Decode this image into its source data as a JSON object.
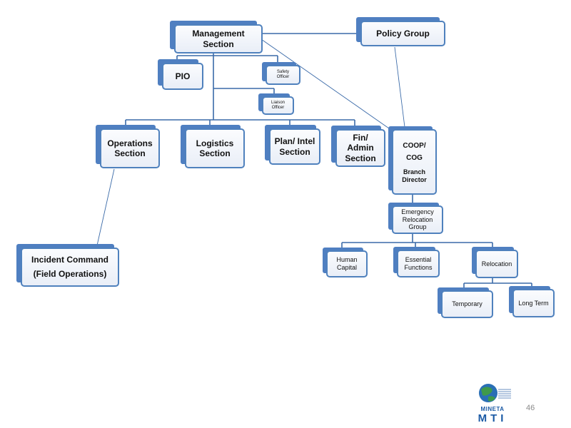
{
  "boxes": {
    "management": "Management\nSection",
    "policy": "Policy Group",
    "pio": "PIO",
    "safety": "Safety\nOfficer",
    "liaison": "Liaison\nOfficer",
    "operations": "Operations\nSection",
    "logistics": "Logistics\nSection",
    "plan_intel": "Plan/ Intel\nSection",
    "fin_admin": "Fin/\nAdmin\nSection",
    "coop_cog": "COOP/\nCOG",
    "branch_director": "Branch\nDirector",
    "emergency_relocation": "Emergency\nRelocation\nGroup",
    "human_capital": "Human\nCapital",
    "essential_functions": "Essential\nFunctions",
    "relocation": "Relocation",
    "temporary": "Temporary",
    "long_term": "Long Term",
    "incident_command": "Incident Command\n(Field Operations)"
  },
  "logo": {
    "name": "MINETA",
    "acronym": "MTI"
  },
  "page_number": "46",
  "colors": {
    "box_border": "#4f81bd",
    "box_shadow": "#4f7fc1",
    "connector": "#2f5f9f"
  }
}
